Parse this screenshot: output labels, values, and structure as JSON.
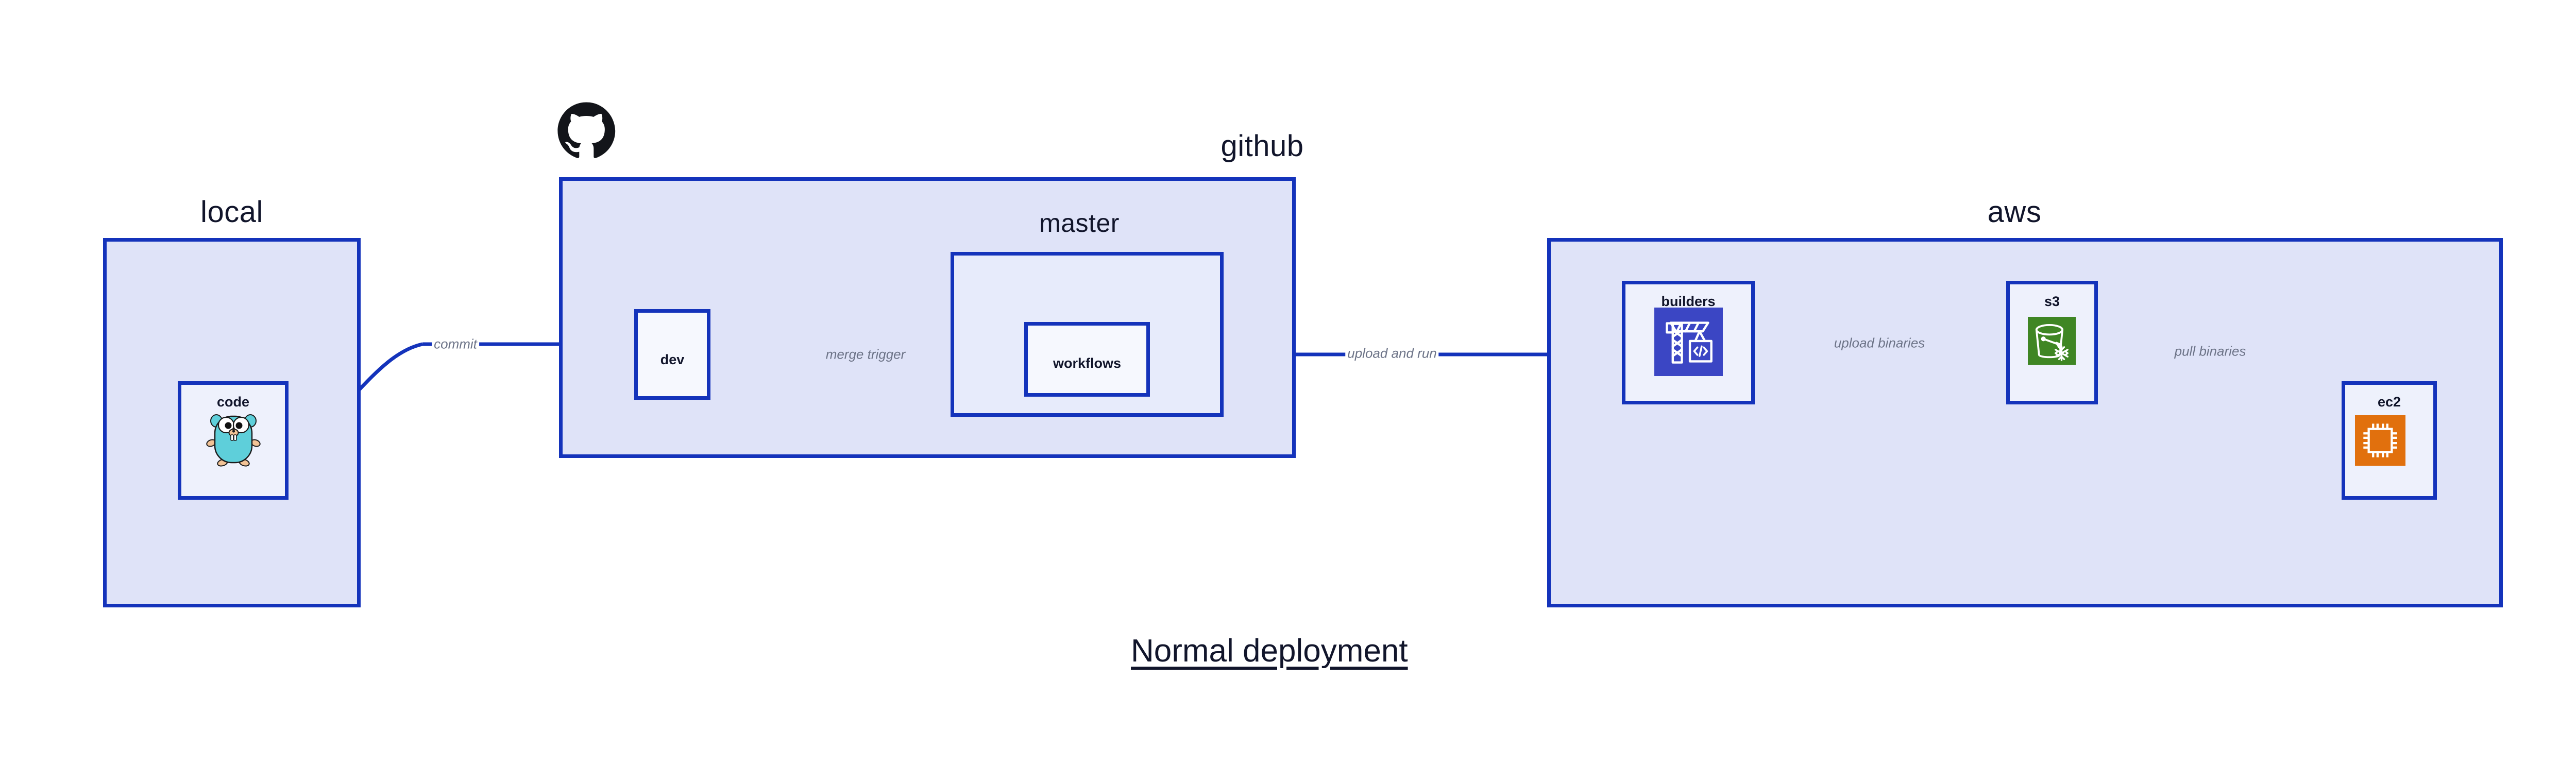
{
  "diagram": {
    "title": "Normal deployment",
    "title_color": "#11152b",
    "background": "#ffffff",
    "accent_border": "#1433bb",
    "group_fill": "#dfe3f8",
    "node_fill": "#eef1fc",
    "edge_label_color": "#6c7387"
  },
  "groups": [
    {
      "id": "local",
      "label": "local",
      "nodes": [
        {
          "id": "code",
          "label": "code",
          "icon": "go-gopher-icon"
        }
      ]
    },
    {
      "id": "github",
      "label": "github",
      "logo": "github-octocat-icon",
      "nodes": [
        {
          "id": "dev",
          "label": "dev",
          "icon": null
        }
      ],
      "subgroups": [
        {
          "id": "master",
          "label": "master",
          "nodes": [
            {
              "id": "workflows",
              "label": "workflows",
              "icon": null
            }
          ]
        }
      ]
    },
    {
      "id": "aws",
      "label": "aws",
      "nodes": [
        {
          "id": "builders",
          "label": "builders",
          "icon": "aws-builders-crane-icon",
          "icon_color": "#3b46c4"
        },
        {
          "id": "s3",
          "label": "s3",
          "icon": "aws-s3-bucket-icon",
          "icon_color": "#3f8624"
        },
        {
          "id": "ec2",
          "label": "ec2",
          "icon": "aws-ec2-chip-icon",
          "icon_color": "#e1700d"
        }
      ]
    }
  ],
  "edges": [
    {
      "id": "commit",
      "label": "commit",
      "from": "code",
      "to": "dev"
    },
    {
      "id": "merge-trigger",
      "label": "merge trigger",
      "from": "dev",
      "to": "workflows"
    },
    {
      "id": "upload-and-run",
      "label": "upload and run",
      "from": "workflows",
      "to": "builders"
    },
    {
      "id": "upload-binaries",
      "label": "upload binaries",
      "from": "builders",
      "to": "s3"
    },
    {
      "id": "pull-binaries",
      "label": "pull binaries",
      "from": "s3",
      "to": "ec2"
    }
  ]
}
